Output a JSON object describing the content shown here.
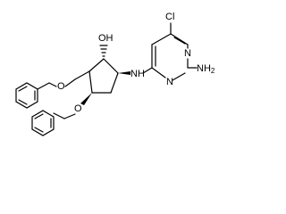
{
  "structure": {
    "atoms": {
      "chlorine": "Cl",
      "hydroxyl": "OH",
      "ring_nitrogen_upper": "N",
      "ring_nitrogen_lower": "N",
      "amino_nh2": "NH",
      "amino_nh2_subscript": "2",
      "secondary_amine": "NH",
      "ether_oxygen_upper": "O",
      "ether_oxygen_lower": "O"
    }
  }
}
